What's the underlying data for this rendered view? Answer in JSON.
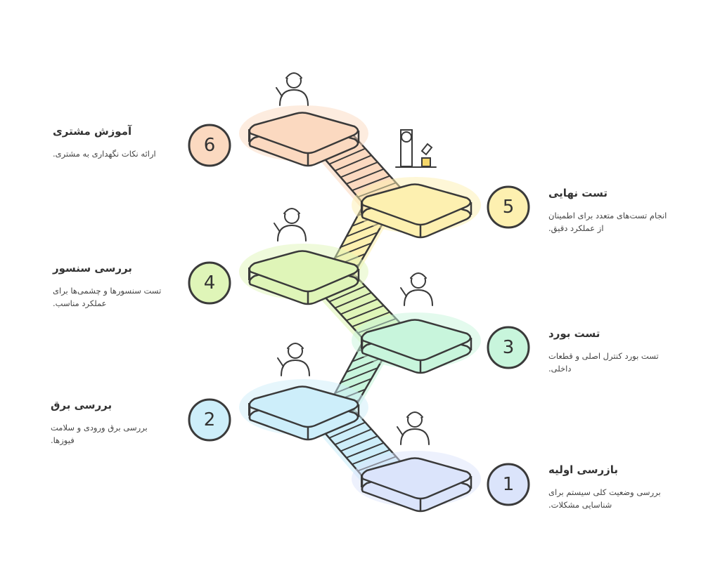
{
  "steps": [
    {
      "number": "1",
      "title": "بازرسی اولیه",
      "description": "بررسی وضعیت کلی سیستم برای شناسایی مشکلات.",
      "color": "#dbe4fb",
      "icon": "technician-inspecting-icon"
    },
    {
      "number": "2",
      "title": "بررسی برق",
      "description": "بررسی برق ورودی و سلامت فیوزها.",
      "color": "#cdeefa",
      "icon": "electrician-wrench-icon"
    },
    {
      "number": "3",
      "title": "تست بورد",
      "description": "تست بورد کنترل اصلی و قطعات داخلی.",
      "color": "#c8f5dc",
      "icon": "board-testing-icon"
    },
    {
      "number": "4",
      "title": "بررسی سنسور",
      "description": "تست سنسورها و چشمی‌ها برای عملکرد مناسب.",
      "color": "#dff5b8",
      "icon": "sensor-checker-icon"
    },
    {
      "number": "5",
      "title": "تست نهایی",
      "description": "انجام تست‌های متعدد برای اطمینان از عملکرد دقیق.",
      "color": "#fdf0b0",
      "icon": "test-machine-icon"
    },
    {
      "number": "6",
      "title": "آموزش مشتری",
      "description": "ارائه نکات نگهداری به مشتری.",
      "color": "#fbd9c0",
      "icon": "trainer-icon"
    }
  ],
  "stroke_color": "#3a3a3a"
}
